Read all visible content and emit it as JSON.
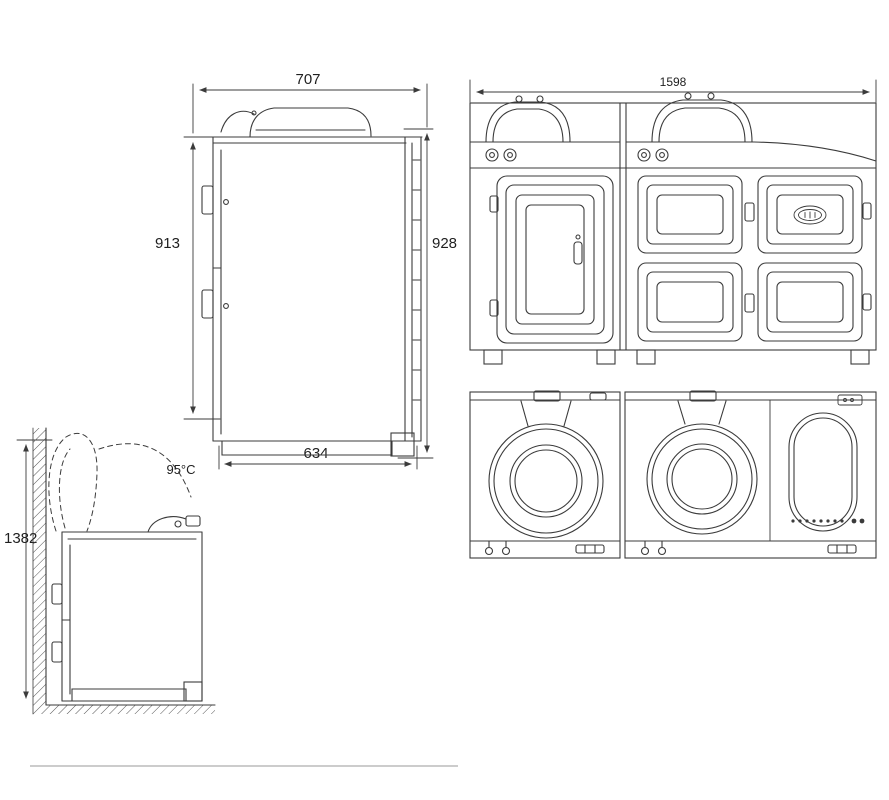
{
  "document": {
    "type": "appliance-dimension-drawing",
    "background": "#ffffff",
    "line_color": "#3b3b3b"
  },
  "side_view": {
    "top_width_mm": "707",
    "front_height_mm": "913",
    "rear_height_mm": "928",
    "base_depth_mm": "634"
  },
  "front_view_closed": {
    "overall_width_mm": "1598"
  },
  "clearance_view": {
    "overall_height_mm": "1382",
    "lid_temperature": "95°C"
  }
}
